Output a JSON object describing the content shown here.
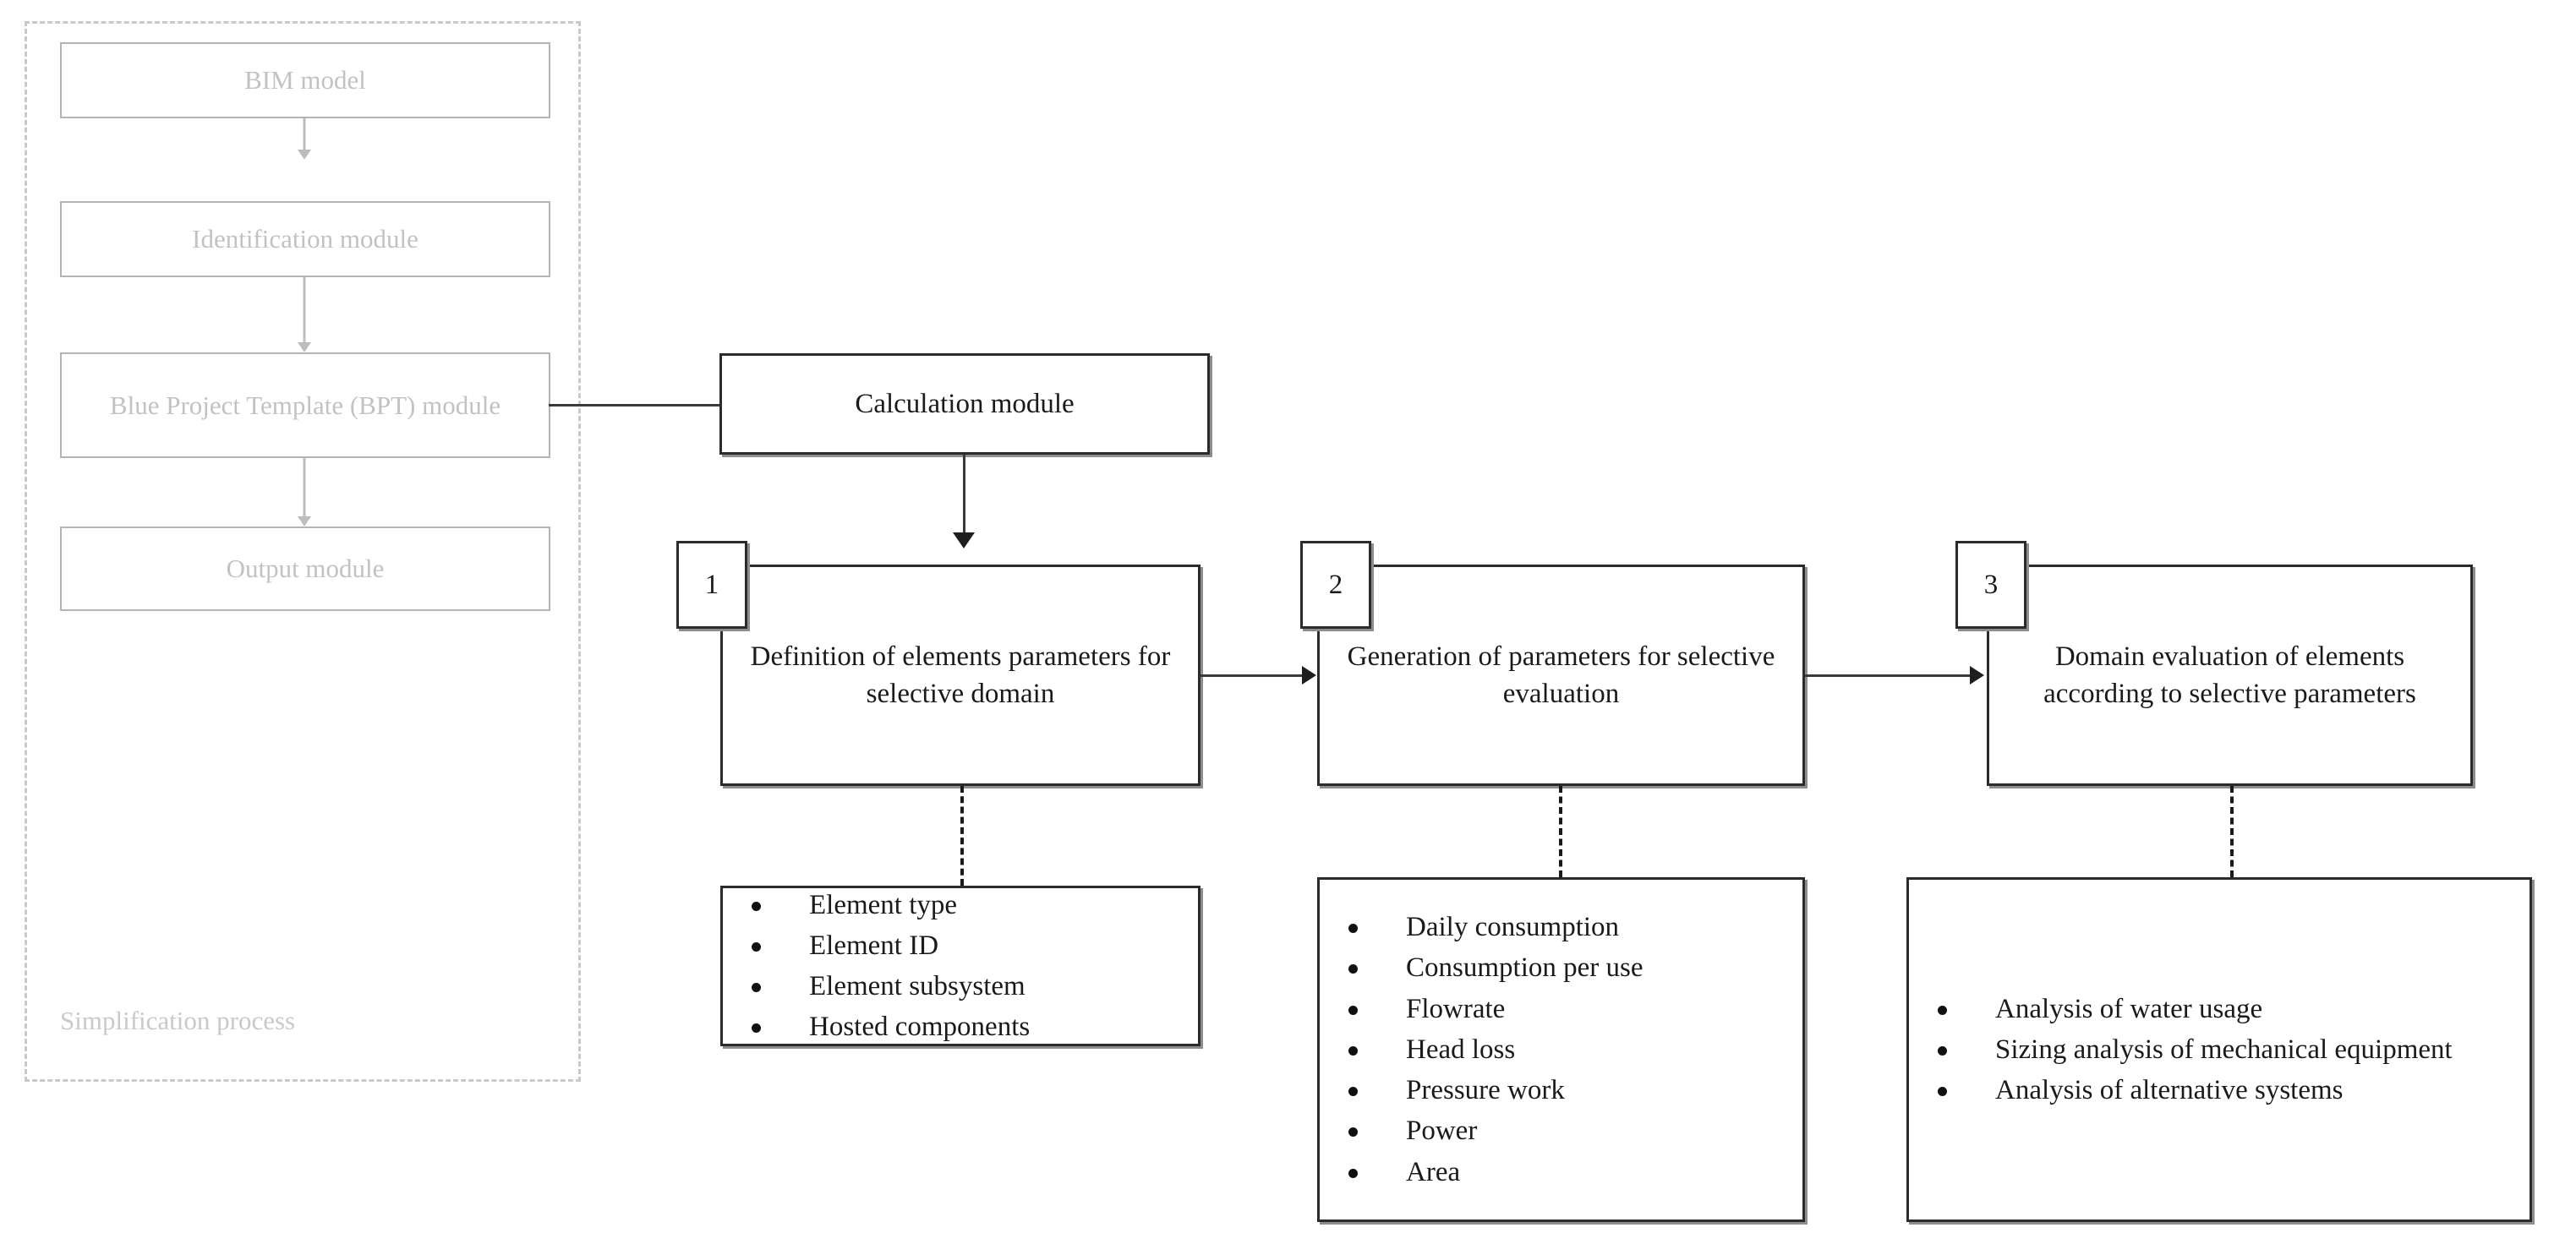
{
  "simplification_region": {
    "label": "Simplification process",
    "boxes": [
      {
        "label": "BIM model"
      },
      {
        "label": "Identification module"
      },
      {
        "label": "Blue Project Template (BPT) module"
      },
      {
        "label": "Output module"
      }
    ]
  },
  "calculation": {
    "label": "Calculation module"
  },
  "steps": [
    {
      "number": "1",
      "title": "Definition of elements parameters for selective domain",
      "items": [
        "Element type",
        "Element ID",
        "Element subsystem",
        "Hosted components"
      ]
    },
    {
      "number": "2",
      "title": "Generation of parameters for selective evaluation",
      "items": [
        "Daily consumption",
        "Consumption per use",
        "Flowrate",
        "Head loss",
        "Pressure work",
        "Power",
        "Area"
      ]
    },
    {
      "number": "3",
      "title": "Domain evaluation of elements according to selective parameters",
      "items": [
        "Analysis of water usage",
        "Sizing analysis of mechanical equipment",
        "Analysis of alternative systems"
      ]
    }
  ],
  "colors": {
    "ghost": "#c2c2c2",
    "stroke": "#2b2b2b",
    "shadow": "#8d8d8d",
    "connector": "#3a3a3a"
  }
}
